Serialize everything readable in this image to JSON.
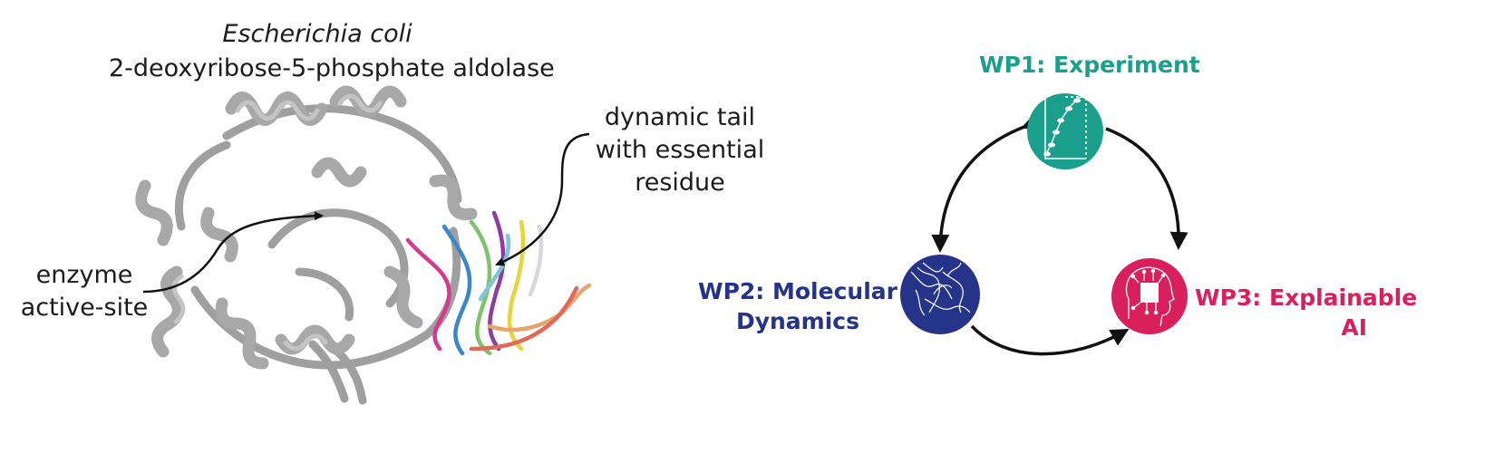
{
  "left_panel": {
    "organism": "Escherichia coli",
    "enzyme_name": "2-deoxyribose-5-phosphate aldolase",
    "tail_label": [
      "dynamic tail",
      "with essential",
      "residue"
    ],
    "active_site_label": [
      "enzyme",
      "active-site"
    ]
  },
  "cycle": {
    "wp1": {
      "label": "WP1: Experiment",
      "color": "#1a9f8d"
    },
    "wp2": {
      "label_line1": "WP2: Molecular",
      "label_line2": "Dynamics",
      "color": "#253488"
    },
    "wp3": {
      "label_line1": "WP3: Explainable",
      "label_line2": "AI",
      "color": "#d91f5c"
    }
  },
  "icons": [
    "protein-structure-icon",
    "enzyme-kinetics-plot-icon",
    "md-trajectory-icon",
    "ai-head-icon"
  ]
}
